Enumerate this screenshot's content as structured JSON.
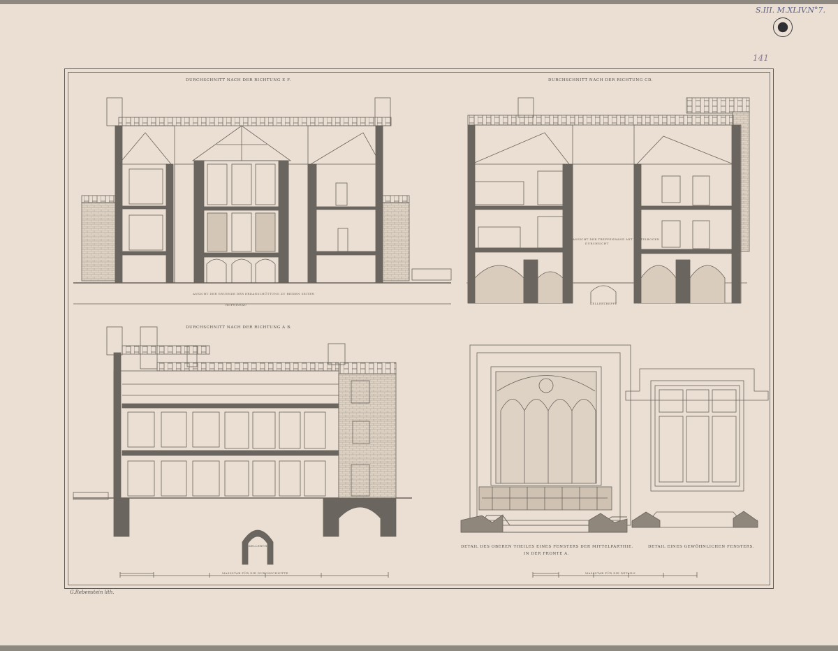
{
  "inventory_mark": "S.III. M.XLIV.N°7.",
  "sheet_number": "141",
  "titles": {
    "section_ef": "Durchschnitt nach der Richtung E F.",
    "section_cd": "Durchschnitt nach der Richtung CD.",
    "section_ab": "Durchschnitt nach der Richtung A B."
  },
  "notes": {
    "ef_bottom": "Ansicht der Gruende der Erdanschüttung zu beiden Seiten",
    "ef_bottom2": "Hofniveau",
    "cd_middle": "Ansicht der Treppenwand mit Mittelbogen",
    "cd_middle2": "Durchsicht",
    "cd_arch": "Kellertreppe",
    "ab_arch": "Kellerthür"
  },
  "details": {
    "window_large": "Detail des oberen Theiles eines Fensters der Mittelparthie.",
    "window_large_2": "in der Fronte A.",
    "window_small": "Detail eines gewöhnlichen Fensters."
  },
  "scales": {
    "left": "Maßstab für die Durchschnitte",
    "right": "Maßstab für die Details"
  },
  "signature": "G.Rebenstein lith."
}
